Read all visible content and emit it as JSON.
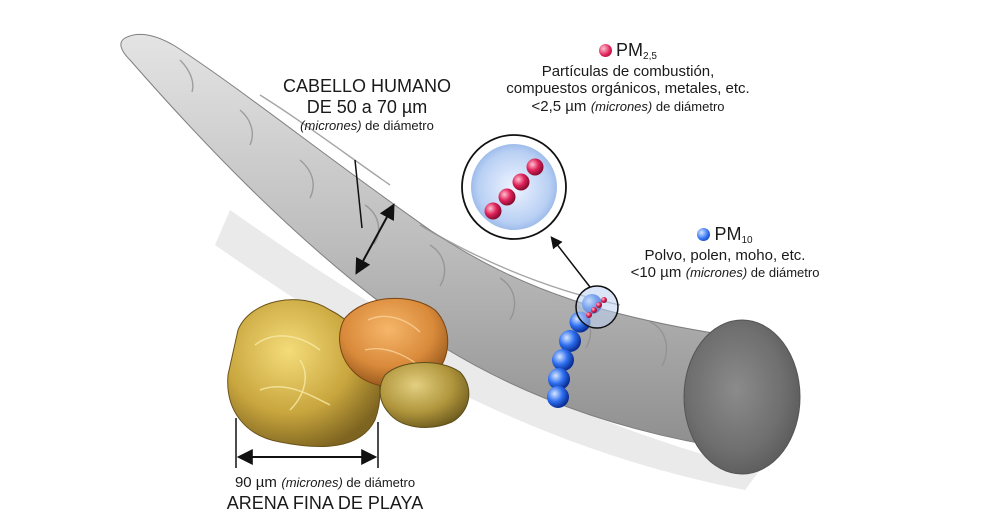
{
  "hair": {
    "title_line1": "CABELLO HUMANO",
    "title_line2": "DE 50 a 70 µm",
    "unit_italic": "(micrones)",
    "unit_rest": " de diámetro"
  },
  "pm25": {
    "name": "PM",
    "subscript": "2,5",
    "line1": "Partículas de combustión,",
    "line2": "compuestos orgánicos, metales, etc.",
    "size": "<2,5 µm",
    "unit_italic": "(micrones)",
    "unit_rest": " de diámetro",
    "color": "#e0225a"
  },
  "pm10": {
    "name": "PM",
    "subscript": "10",
    "line1": "Polvo, polen, moho, etc.",
    "size": "<10 µm",
    "unit_italic": "(micrones)",
    "unit_rest": " de diámetro",
    "color": "#2e6ff0"
  },
  "sand": {
    "size": "90 µm",
    "unit_italic": "(micrones)",
    "unit_rest": " de diámetro",
    "title": "ARENA FINA DE PLAYA"
  }
}
